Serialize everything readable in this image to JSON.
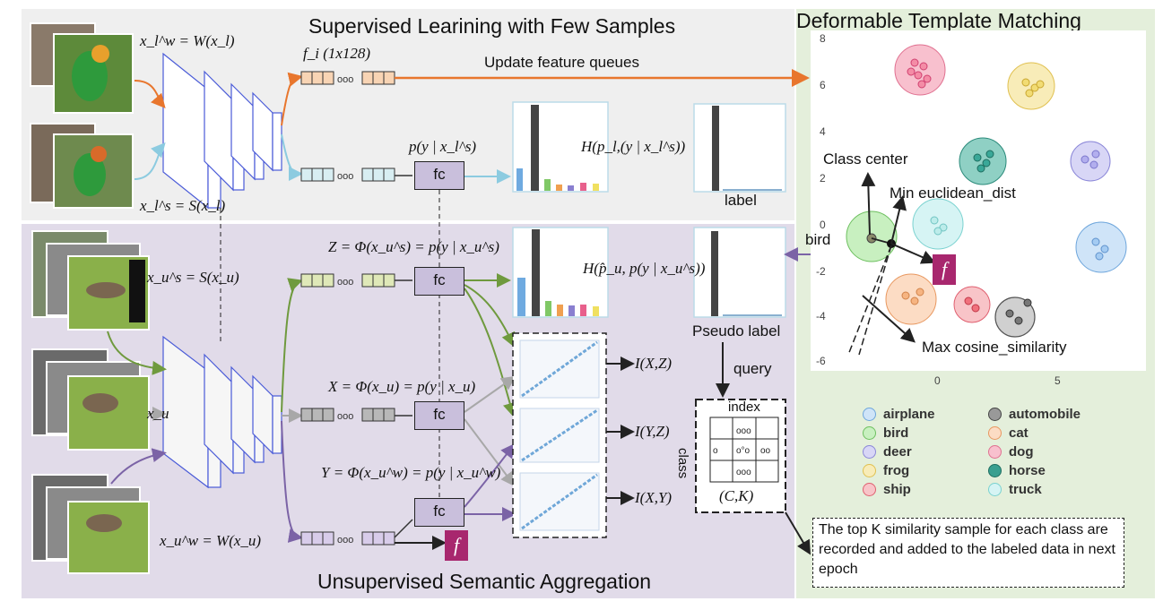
{
  "titles": {
    "supervised": "Supervised  Learining with Few Samples",
    "unsupervised": "Unsupervised Semantic Aggregation",
    "deformable": "Deformable Template Matching"
  },
  "supervised": {
    "xw_label": "x_l^w = W(x_l)",
    "xs_label": "x_l^s = S(x_l)",
    "feature_label": "f_i (1x128)",
    "update_label": "Update feature queues",
    "prob_label": "p(y | x_l^s)",
    "fc_label": "fc",
    "loss_label": "H(p_l,(y | x_l^s))",
    "label_text": "label"
  },
  "unsupervised": {
    "xs_label": "x_u^s = S(x_u)",
    "xu_label": "x_u",
    "xw_label": "x_u^w = W(x_u)",
    "z_eq": "Z = Φ(x_u^s) = p(y | x_u^s)",
    "x_eq": "X = Φ(x_u) = p(y | x_u)",
    "y_eq": "Y = Φ(x_u^w) = p(y | x_u^w)",
    "fc_label": "fc",
    "loss_label": "H(p̂_u, p(y | x_u^s))",
    "pseudo_label": "Pseudo label",
    "query_label": "query",
    "mi_xz": "I(X,Z)",
    "mi_yz": "I(Y,Z)",
    "mi_xy": "I(X,Y)",
    "index_label": "index",
    "class_label": "class",
    "ck_label": "(C,K)",
    "bird_label": "bird",
    "f_symbol": "f",
    "note": "The top K  similarity sample for each class are recorded and added to the labeled data in next epoch"
  },
  "matching": {
    "class_center": "Class center",
    "min_dist": "Min euclidean_dist",
    "max_cos": "Max cosine_similarity",
    "y_ticks": [
      "8",
      "6",
      "4",
      "2",
      "0",
      "-2",
      "-4",
      "-6"
    ],
    "x_ticks": [
      "0",
      "5"
    ],
    "legend": [
      {
        "name": "airplane",
        "color": "#9cc6ee"
      },
      {
        "name": "automobile",
        "color": "#777777"
      },
      {
        "name": "bird",
        "color": "#a6e29a"
      },
      {
        "name": "cat",
        "color": "#f6b481"
      },
      {
        "name": "deer",
        "color": "#b9b7ec"
      },
      {
        "name": "dog",
        "color": "#f0a3b6"
      },
      {
        "name": "frog",
        "color": "#f3de89"
      },
      {
        "name": "horse",
        "color": "#3a9f90"
      },
      {
        "name": "ship",
        "color": "#f28a92"
      },
      {
        "name": "truck",
        "color": "#a7e6e4"
      }
    ]
  }
}
